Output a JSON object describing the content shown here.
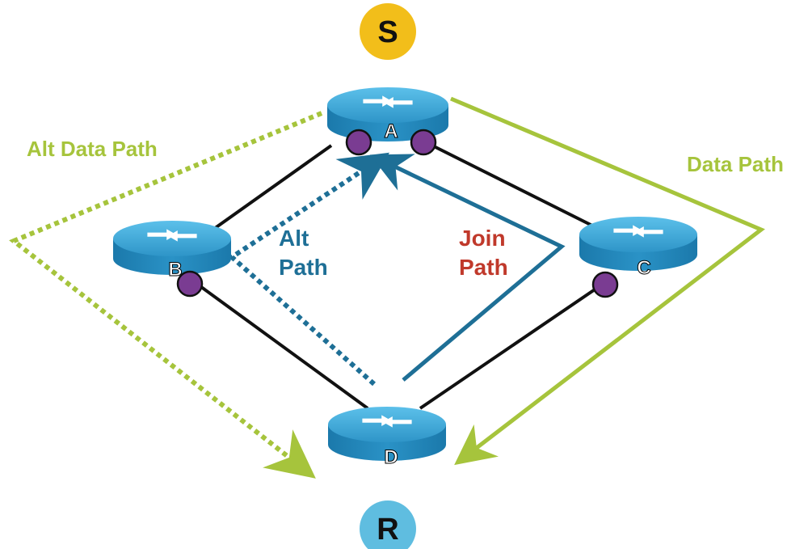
{
  "nodes": {
    "source": {
      "label": "S",
      "color": "#f2be1a"
    },
    "receiver": {
      "label": "R",
      "color": "#5fbde0"
    },
    "router_a": {
      "label": "A"
    },
    "router_b": {
      "label": "B"
    },
    "router_c": {
      "label": "C"
    },
    "router_d": {
      "label": "D"
    }
  },
  "labels": {
    "alt_data_path": "Alt Data Path",
    "data_path": "Data Path",
    "alt_path_line1": "Alt",
    "alt_path_line2": "Path",
    "join_path_line1": "Join",
    "join_path_line2": "Path"
  },
  "colors": {
    "data_path": "#a6c43c",
    "alt_path": "#1e6f96",
    "join_label": "#c0392b",
    "link": "#111111",
    "interface": "#7a3c92",
    "router_top": "#3aa5d5",
    "router_side": "#1f82b4"
  },
  "icons": {
    "router": "router-icon",
    "interface": "interface-dot-icon"
  }
}
